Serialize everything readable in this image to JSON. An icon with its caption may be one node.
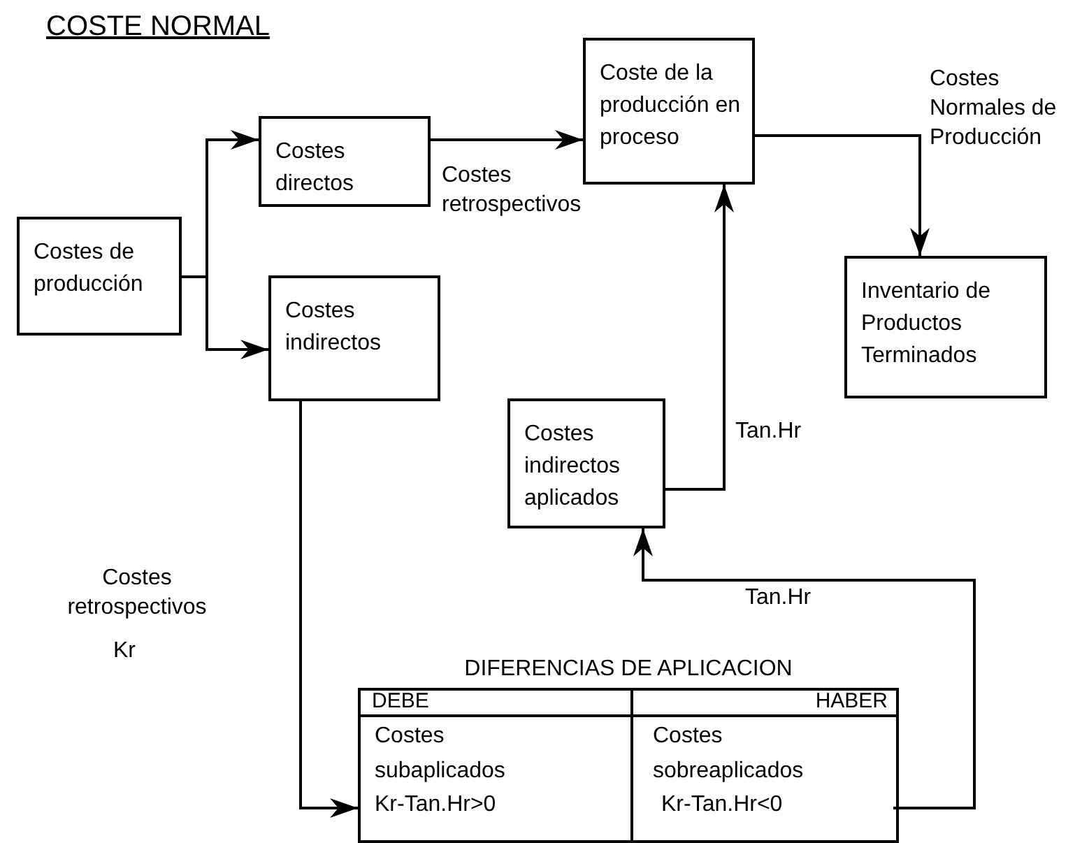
{
  "diagram": {
    "title": "COSTE NORMAL",
    "nodes": [
      {
        "text": [
          "Costes de producción"
        ]
      },
      {
        "text": [
          "Costes directos"
        ]
      },
      {
        "text": [
          "Costes indirectos"
        ]
      },
      {
        "text": [
          "Coste de la producción en proceso"
        ]
      },
      {
        "text": [
          "Inventario de Productos Terminados"
        ]
      },
      {
        "text": [
          "Costes indirectos aplicados"
        ]
      },
      {
        "text": [
          "DIFERENCIAS DE APLICACION"
        ]
      },
      {
        "text": [
          "DEBE",
          "Costes subaplicados",
          "Kr-Tan.Hr>0"
        ],
        "in": 6
      },
      {
        "text": [
          "HABER",
          "Costes sobreaplicados",
          "Kr-Tan.Hr<0"
        ],
        "in": 6
      }
    ],
    "edges": [
      {
        "from": 0,
        "to": 1,
        "arrow": "to"
      },
      {
        "from": 0,
        "to": 2,
        "arrow": "to"
      },
      {
        "from": 1,
        "to": 3,
        "arrow": "to",
        "label": "Costes retrospectivos"
      },
      {
        "from": 3,
        "to": 4,
        "arrow": "to",
        "label": "Costes Normales de Producción"
      },
      {
        "from": 5,
        "to": 3,
        "arrow": "to",
        "label": "Tan.Hr"
      },
      {
        "from": 2,
        "to": 7,
        "arrow": "to"
      },
      {
        "from": 8,
        "to": 5,
        "arrow": "to",
        "label": "Tan.Hr"
      }
    ],
    "labels": [
      "Costes retrospectivos",
      "Kr"
    ]
  }
}
